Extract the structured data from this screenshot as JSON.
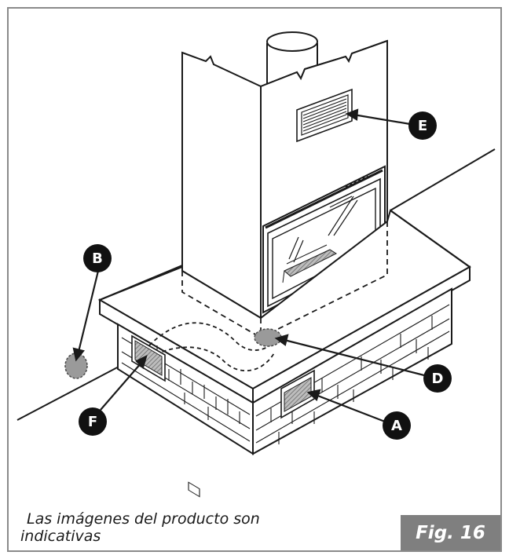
{
  "caption": {
    "line1": "Las imágenes del producto son",
    "line2": "indicativas"
  },
  "figure_label": "Fig. 16",
  "callouts": {
    "a": "A",
    "b": "B",
    "d": "D",
    "e": "E",
    "f": "F"
  },
  "colors": {
    "line": "#1a1a1a",
    "callout_fill": "#111111",
    "callout_text": "#ffffff",
    "hatch_fill": "#9a9a9a",
    "badge": "#7f7f7f",
    "frame": "#8a8a8a"
  }
}
